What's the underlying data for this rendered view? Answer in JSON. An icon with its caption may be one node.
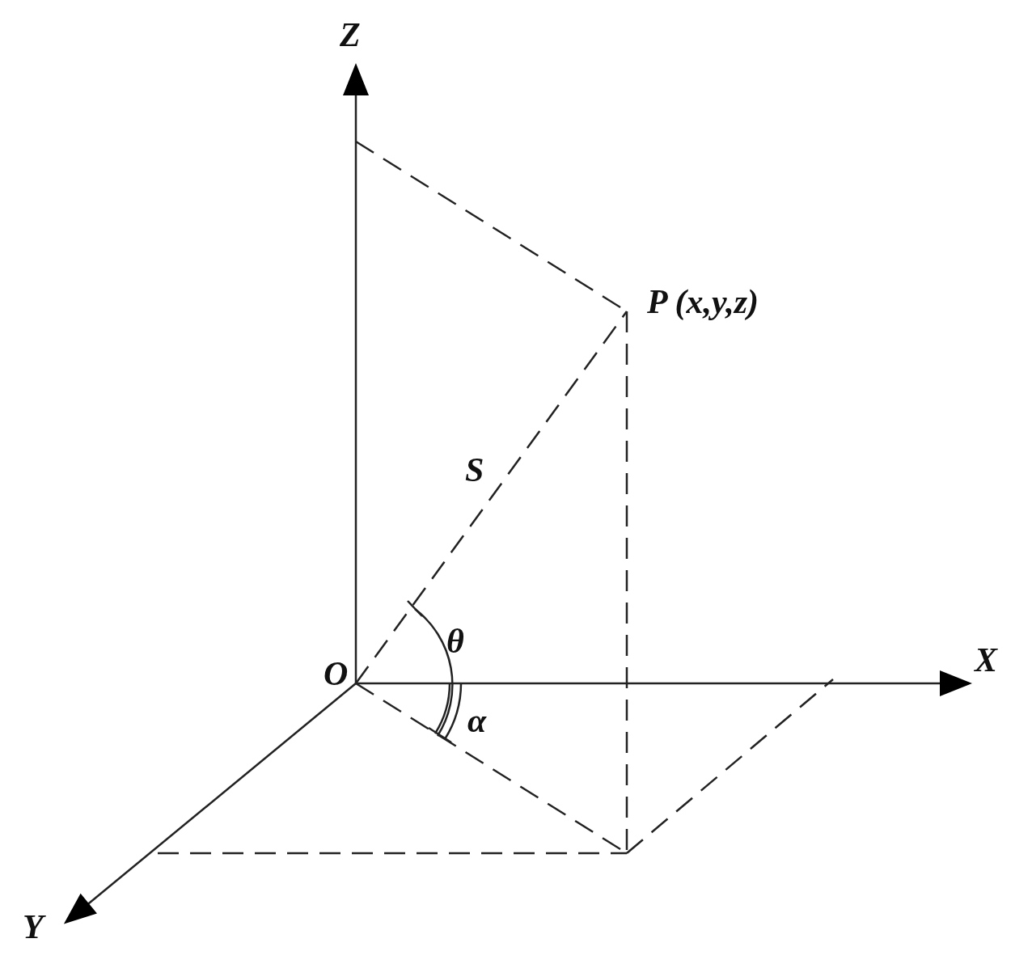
{
  "diagram": {
    "labels": [
      "Z",
      "P (x,y,z)",
      "S",
      "θ",
      "O",
      "X",
      "α",
      "Y"
    ]
  }
}
